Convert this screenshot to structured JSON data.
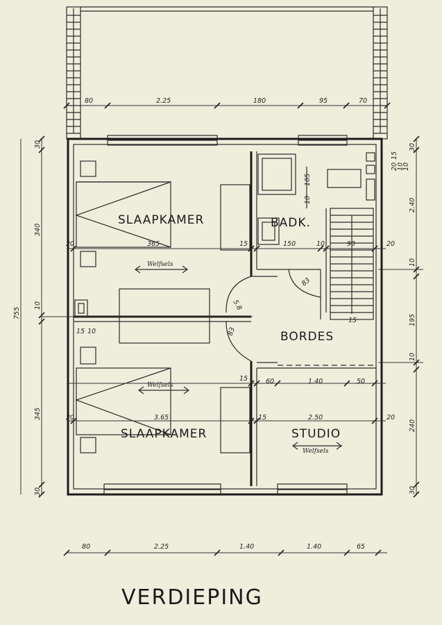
{
  "title": "VERDIEPING",
  "rooms": {
    "slaapkamer_top": "SLAAPKAMER",
    "badk": "BADK.",
    "bordes": "BORDES",
    "slaapkamer_bottom": "SLAAPKAMER",
    "studio": "STUDIO"
  },
  "notes": {
    "wellfels_1": "Welfsels",
    "wellfels_2": "Welfsels",
    "wellfels_3": "Welfsels"
  },
  "dims_top": [
    "80",
    "2.25",
    "180",
    "95",
    "70"
  ],
  "dims_bottom": [
    "80",
    "2.25",
    "1.40",
    "1.40",
    "65"
  ],
  "dims_left": [
    "30",
    "340",
    "10",
    "345",
    "30"
  ],
  "dims_left_total": "755",
  "dims_right": [
    "30",
    "2.40",
    "10",
    "195",
    "10",
    "240",
    "30"
  ],
  "dims_right_small": [
    "15",
    "20",
    "10",
    "10"
  ],
  "dims_inner": {
    "top_row": [
      "20",
      "365",
      "15",
      "150",
      "10",
      "90",
      "20"
    ],
    "mid_row": [
      "15",
      "60",
      "1.40",
      "50"
    ],
    "bottom_row": [
      "20",
      "3.65",
      "15",
      "2.50",
      "20"
    ],
    "bath_v": "105",
    "bath_v_small": "10",
    "small_left": [
      "15",
      "10"
    ],
    "door_1": "83",
    "door_2": "5.8",
    "door_3": "83",
    "stair": "15"
  }
}
